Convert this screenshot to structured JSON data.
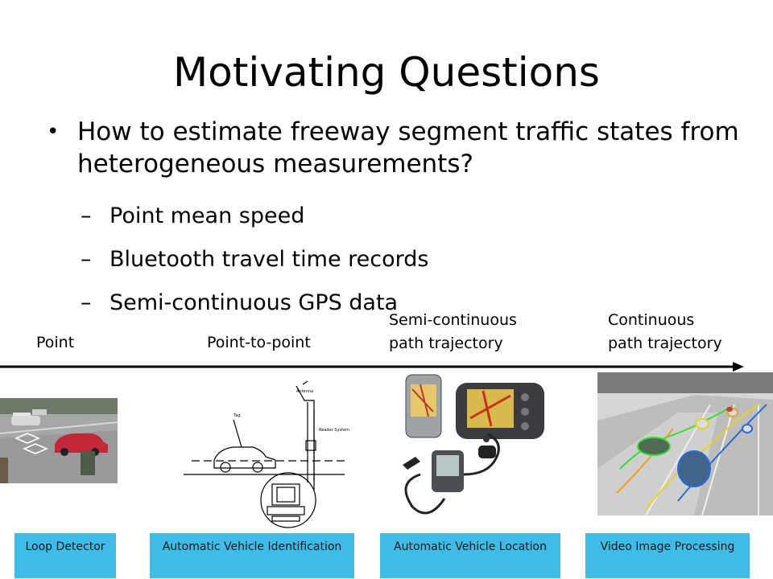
{
  "slide": {
    "title": "Motivating Questions",
    "bullet": "How to estimate freeway segment traffic states from heterogeneous measurements?",
    "sub_bullets": [
      "Point mean speed",
      "Bluetooth travel time records",
      "Semi-continuous GPS data"
    ]
  },
  "stages": {
    "point": "Point",
    "point_to_point": "Point-to-point",
    "semi_continuous_1": "Semi-continuous",
    "semi_continuous_2": "path trajectory",
    "continuous_1": "Continuous",
    "continuous_2": "path trajectory"
  },
  "technologies": [
    "Loop Detector",
    "Automatic Vehicle Identification",
    "Automatic Vehicle Location",
    "Video Image Processing"
  ],
  "diagram_labels": {
    "antenna": "Antenna",
    "tag": "Tag",
    "reader": "Reader System"
  },
  "colors": {
    "box_fill": "#3fbbe8",
    "axis": "#000000"
  }
}
